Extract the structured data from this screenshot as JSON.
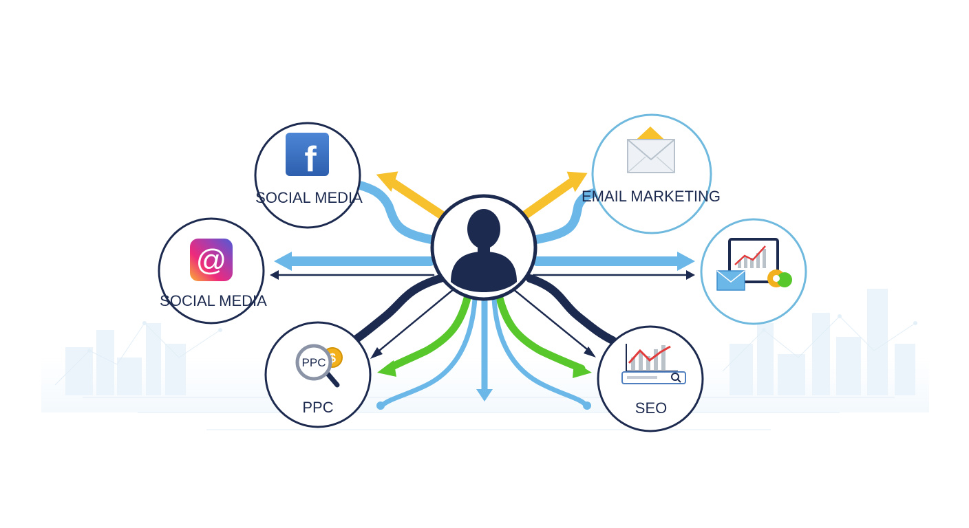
{
  "colors": {
    "navy": "#1d2a4f",
    "sky_blue": "#6bb8e8",
    "yellow": "#f6c12c",
    "green": "#58c72b",
    "light_ring": "#6fb9de",
    "facebook_blue": "#3b72c4",
    "coin_gold": "#f2b11c"
  },
  "hub": {
    "icon": "user-silhouette-icon"
  },
  "nodes": {
    "social_media_facebook": {
      "label": "SOCIAL MEDIA",
      "icon": "facebook-icon",
      "icon_text": "f"
    },
    "social_media_instagram": {
      "label": "SOCIAL MEDIA",
      "icon": "instagram-at-icon",
      "icon_text": "@"
    },
    "ppc": {
      "label": "PPC",
      "icon": "ppc-magnifier-coin-icon",
      "icon_text": "PPC",
      "coin_text": "$"
    },
    "email_marketing": {
      "label": "EMAIL MARKETING",
      "icon": "envelope-icon"
    },
    "analytics": {
      "label": "",
      "icon": "analytics-dashboard-icon"
    },
    "seo": {
      "label": "SEO",
      "icon": "seo-chart-search-icon"
    }
  }
}
